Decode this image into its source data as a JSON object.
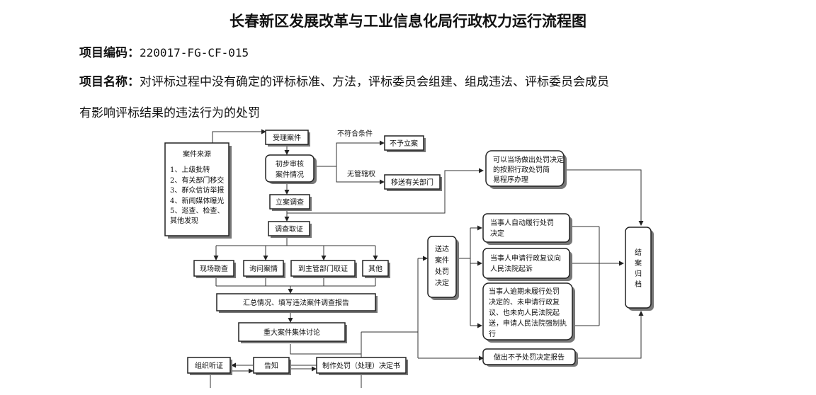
{
  "title": "长春新区发展改革与工业信息化局行政权力运行流程图",
  "project_code_label": "项目编码：",
  "project_code": "220017-FG-CF-015",
  "project_name_label": "项目名称：",
  "project_name_line1": "对评标过程中没有确定的评标标准、方法，评标委员会组建、组成违法、评标委员会成员",
  "project_name_line2": "有影响评标结果的违法行为的处罚",
  "flow": {
    "source_title": "案件来源",
    "source_items": [
      "1、上级批转",
      "2、有关部门移交",
      "3、群众信访举报",
      "4、新闻媒体曝光",
      "5、巡查、检查、",
      "其他发现"
    ],
    "accept": "受理案件",
    "initial_review_1": "初步审核",
    "initial_review_2": "案件情况",
    "not_meet": "不符合条件",
    "no_filing": "不予立案",
    "no_jurisdiction": "无管辖权",
    "transfer": "移送有关部门",
    "register": "立案调查",
    "investigate": "调查取证",
    "site": "现场勘查",
    "inquiry": "询问案情",
    "dept_evidence": "到主管部门取证",
    "other": "其他",
    "summary": "汇总情况、填写违法案件调查报告",
    "collective": "重大案件集体讨论",
    "hearing": "组织听证",
    "notify": "告知",
    "decision_doc": "制作处罚（处理）决定书",
    "simple_1": "可以当场做出处罚决定",
    "simple_2": "的按照行政处罚简",
    "simple_3": "易程序办理",
    "deliver": [
      "送达",
      "案件",
      "处罚",
      "决定"
    ],
    "voluntary_1": "当事人自动履行处罚",
    "voluntary_2": "决定",
    "review_1": "当事人申请行政复议向",
    "review_2": "人民法院起诉",
    "overdue": [
      "当事人逾期未履行处罚",
      "决定的、未申请行政复",
      "议、也未向人民法院起",
      "送，申请人民法院强制执",
      "行"
    ],
    "no_penalty": "做出不予处罚决定报告",
    "close": [
      "结",
      "案",
      "归",
      "档"
    ]
  }
}
